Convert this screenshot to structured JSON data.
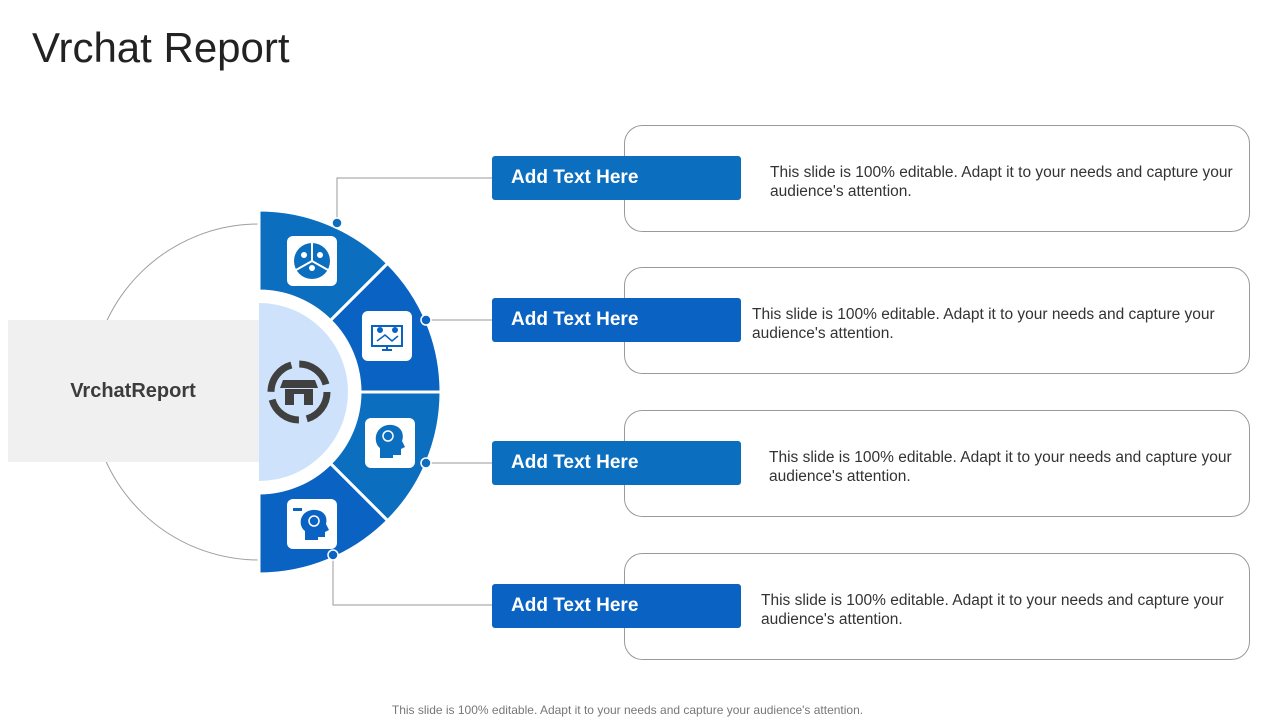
{
  "title": "Vrchat Report",
  "center": {
    "line1": "Vrchat",
    "line2": "Report",
    "icon": "store-icon"
  },
  "items": [
    {
      "label": "Add Text Here",
      "desc": "This slide is 100% editable. Adapt it to your needs and capture your audience's attention.",
      "icon": "team-network-icon",
      "color": "#0b6ebf"
    },
    {
      "label": "Add Text Here",
      "desc": "This slide is 100% editable. Adapt it to your needs and capture your audience's attention.",
      "icon": "monitor-network-icon",
      "color": "#0a62c2"
    },
    {
      "label": "Add Text Here",
      "desc": "This slide is 100% editable. Adapt it to your needs and capture your audience's attention.",
      "icon": "head-brain-icon",
      "color": "#0b6ebf"
    },
    {
      "label": "Add Text Here",
      "desc": "This slide is 100% editable. Adapt it to your needs and capture your audience's attention.",
      "icon": "head-idea-icon",
      "color": "#0a62c2"
    }
  ],
  "footer": "This slide is 100% editable. Adapt it to your needs and capture your audience's attention."
}
